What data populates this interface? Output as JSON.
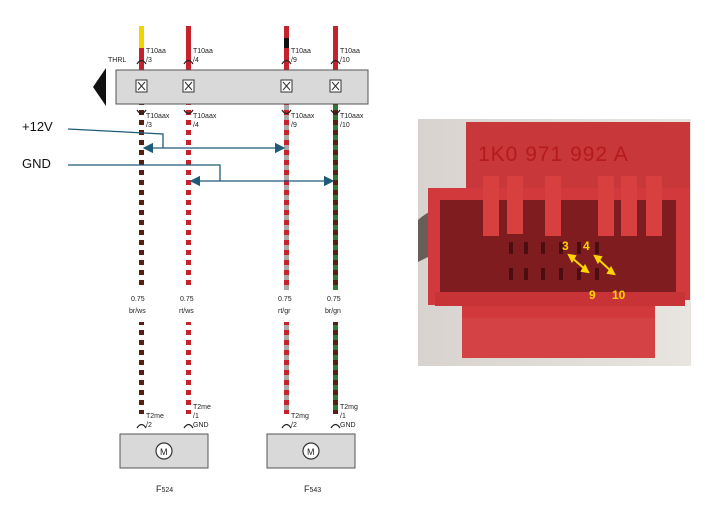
{
  "left_labels": {
    "plus12v": "+12V",
    "gnd": "GND"
  },
  "connector_top": "THRL",
  "wires": [
    {
      "top_pin_a": "T10aa",
      "top_pin_b": "/3",
      "mid_pin_a": "T10aax",
      "mid_pin_b": "/3",
      "size": "0.75",
      "color_code": "br/ws",
      "bot_pin_a": "T2me",
      "bot_pin_b": "/2",
      "bot_pin_c": ""
    },
    {
      "top_pin_a": "T10aa",
      "top_pin_b": "/4",
      "mid_pin_a": "T10aax",
      "mid_pin_b": "/4",
      "size": "0.75",
      "color_code": "rt/ws",
      "bot_pin_a": "T2me",
      "bot_pin_b": "/1",
      "bot_pin_c": "GND"
    },
    {
      "top_pin_a": "T10aa",
      "top_pin_b": "/9",
      "mid_pin_a": "T10aax",
      "mid_pin_b": "/9",
      "size": "0.75",
      "color_code": "rt/gr",
      "bot_pin_a": "T2mg",
      "bot_pin_b": "/2",
      "bot_pin_c": ""
    },
    {
      "top_pin_a": "T10aa",
      "top_pin_b": "/10",
      "mid_pin_a": "T10aax",
      "mid_pin_b": "/10",
      "size": "0.75",
      "color_code": "br/gn",
      "bot_pin_a": "T2mg",
      "bot_pin_b": "/1",
      "bot_pin_c": "GND"
    }
  ],
  "motors": [
    {
      "symbol": "M",
      "label_main": "F",
      "label_sub": "524"
    },
    {
      "symbol": "M",
      "label_main": "F",
      "label_sub": "543"
    }
  ],
  "photo": {
    "part_number": "1K0 971 992  A",
    "pins": {
      "p3": "3",
      "p4": "4",
      "p9": "9",
      "p10": "10"
    }
  },
  "colors": {
    "brown": "#5a1d12",
    "red": "#c4232c",
    "green": "#2e7a36",
    "white": "#ffffff",
    "arrow": "#1f5a78",
    "highlight": "#ffd400"
  }
}
